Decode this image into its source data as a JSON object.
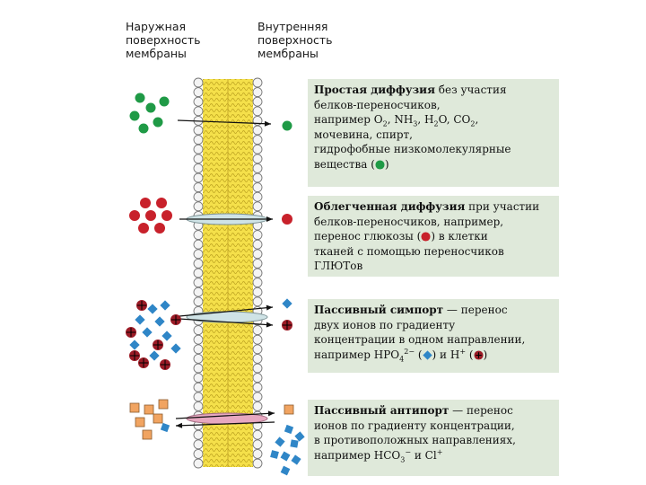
{
  "headers": {
    "outer": [
      "Наружная",
      "поверхность",
      "мембраны"
    ],
    "inner": [
      "Внутренняя",
      "поверхность",
      "мембраны"
    ]
  },
  "colors": {
    "green": "#1f9a46",
    "red": "#c8212b",
    "blue": "#2f86c7",
    "dark_red": "#9b1b26",
    "orange": "#f1a461",
    "lipid": "#f5e04a",
    "channel": "#cfe3e6",
    "antiport_channel": "#e7a8c0",
    "panel_bg": "#dfe9da"
  },
  "panels": {
    "simple_diffusion": {
      "title": "Простая диффузия",
      "line1_rest": " без участия",
      "line2": "белков-переносчиков,",
      "line3_prefix": "например  O",
      "line3_sub1": "2",
      "line3_mid1": ", NH",
      "line3_sub2": "3",
      "line3_mid2": ", H",
      "line3_sub3": "2",
      "line3_mid3": "O, CO",
      "line3_sub4": "2",
      "line3_end": ",",
      "line4": "мочевина, спирт,",
      "line5": "гидрофобные низкомолекулярные",
      "line6_prefix": "вещества (",
      "line6_suffix": ")"
    },
    "facilitated_diffusion": {
      "title": "Облегченная диффузия",
      "line1_rest": " при участии",
      "line2": "белков-переносчиков, например,",
      "line3_prefix": "перенос глюкозы (",
      "line3_suffix": ") в клетки",
      "line4": "тканей с помощью переносчиков",
      "line5": "ГЛЮТов"
    },
    "passive_symport": {
      "title": "Пассивный симпорт",
      "line1_rest": " — перенос",
      "line2": "двух ионов по градиенту",
      "line3": "концентрации в одном направлении,",
      "line4_prefix": "например  HPO",
      "line4_sub": "4",
      "line4_sup": "2−",
      "line4_mid1": " (",
      "line4_mid2": ") и H",
      "line4_sup2": "+",
      "line4_mid3": " (",
      "line4_end": ")"
    },
    "passive_antiport": {
      "title": "Пассивный антипорт",
      "line1_rest": " — перенос",
      "line2": "ионов по градиенту концентрации,",
      "line3": "в противоположных направлениях,",
      "line4_prefix": "например  HCO",
      "line4_sub": "3",
      "line4_sup": "−",
      "line4_mid": "  и Cl",
      "line4_sup2": "+"
    }
  }
}
